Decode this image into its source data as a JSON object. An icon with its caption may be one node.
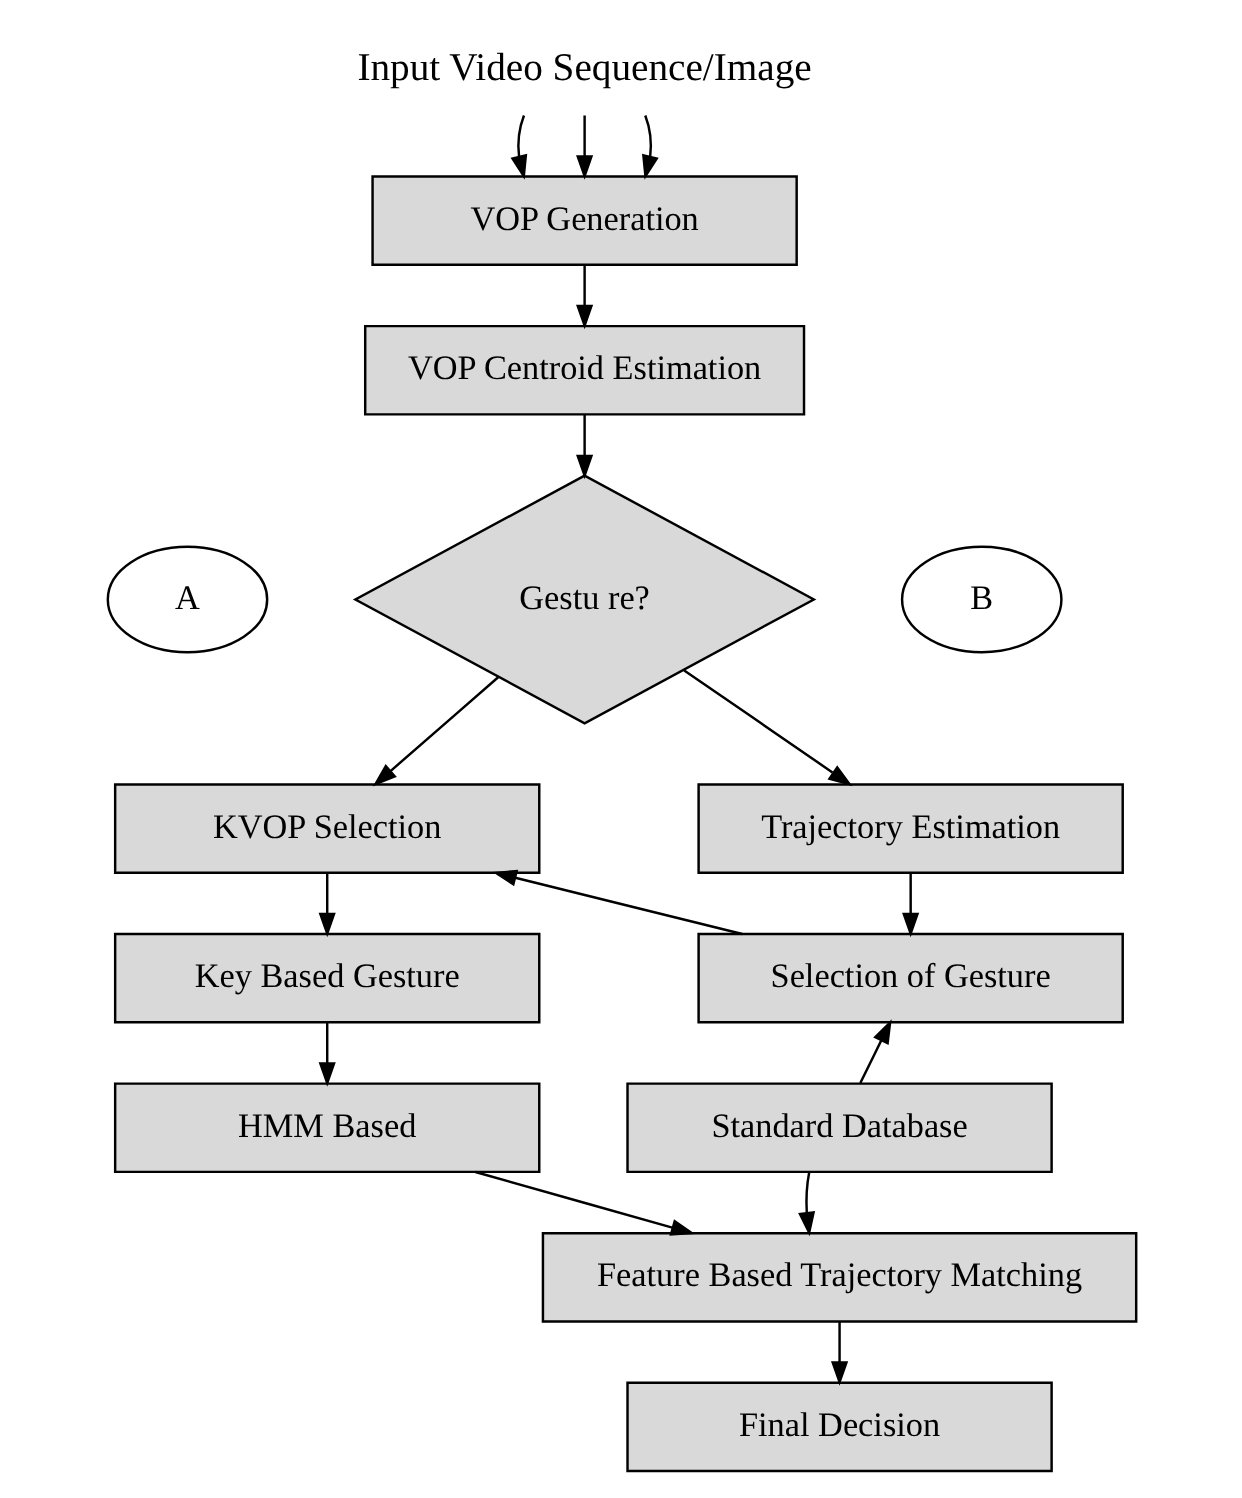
{
  "diagram": {
    "nodes": [
      {
        "text": [
          "Input Video Sequence/Image"
        ]
      },
      {
        "text": [
          "VOP Generation"
        ]
      },
      {
        "text": [
          "VOP Centroid Estimation"
        ]
      },
      {
        "text": [
          "Gestu re?"
        ]
      },
      {
        "text": [
          "A"
        ]
      },
      {
        "text": [
          "B"
        ]
      },
      {
        "text": [
          "KVOP Selection"
        ]
      },
      {
        "text": [
          "Trajectory Estimation"
        ]
      },
      {
        "text": [
          "Key Based Gesture"
        ]
      },
      {
        "text": [
          "Selection of Gesture"
        ]
      },
      {
        "text": [
          "HMM Based"
        ]
      },
      {
        "text": [
          "Standard Database"
        ]
      },
      {
        "text": [
          "Feature Based Trajectory Matching"
        ]
      },
      {
        "text": [
          "Final Decision"
        ]
      }
    ],
    "edges": [
      {
        "from": 0,
        "to": 1,
        "arrow": "to"
      },
      {
        "from": 0,
        "to": 1,
        "arrow": "to"
      },
      {
        "from": 0,
        "to": 1,
        "arrow": "to"
      },
      {
        "from": 1,
        "to": 2,
        "arrow": "to"
      },
      {
        "from": 2,
        "to": 3,
        "arrow": "to"
      },
      {
        "from": 3,
        "to": 6,
        "arrow": "to"
      },
      {
        "from": 3,
        "to": 7,
        "arrow": "to"
      },
      {
        "from": 7,
        "to": 9,
        "arrow": "to"
      },
      {
        "from": 9,
        "to": 6,
        "arrow": "to"
      },
      {
        "from": 11,
        "to": 9,
        "arrow": "to"
      },
      {
        "from": 6,
        "to": 8,
        "arrow": "to"
      },
      {
        "from": 8,
        "to": 10,
        "arrow": "to"
      },
      {
        "from": 10,
        "to": 12,
        "arrow": "to"
      },
      {
        "from": 11,
        "to": 12,
        "arrow": "to"
      },
      {
        "from": 12,
        "to": 13,
        "arrow": "to"
      }
    ]
  }
}
